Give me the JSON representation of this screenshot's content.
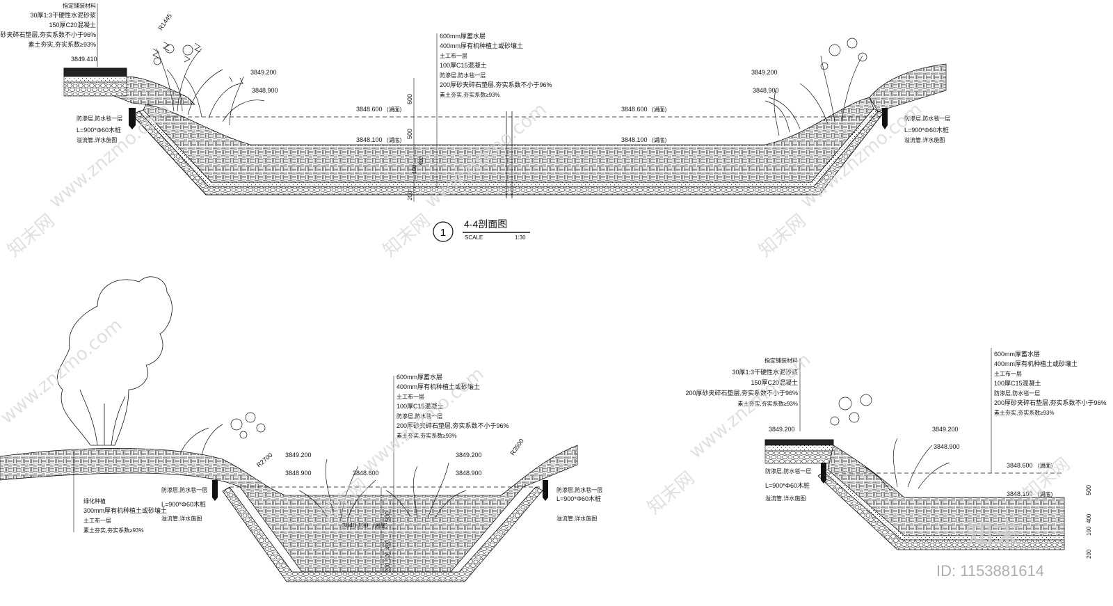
{
  "watermark": {
    "site": "www.znzmo.com",
    "brand": "知末网",
    "logo": "知末",
    "id_label": "ID: 1153881614"
  },
  "section_44": {
    "title": "4-4剖面图",
    "number": "1",
    "scale_label": "SCALE",
    "scale_value": "1:30",
    "left_paving": [
      "指定铺装材料",
      "30厚1:3干硬性水泥砂浆",
      "150厚C20混凝土",
      "200厚砂夹碎石垫层,夯实系数不小于96%",
      "素土夯实,夯实系数≥93%"
    ],
    "left_elev_paving": "3849.410",
    "left_top": "3849.200",
    "left_inner": "3848.900",
    "left_radius": "R1445",
    "right_top": "3849.200",
    "right_inner": "3848.900",
    "water_left": "3848.600",
    "water_right": "3848.600",
    "water_tag": "(湖面)",
    "bottom_left": "3848.100",
    "bottom_right": "3848.100",
    "bottom_tag": "(湖底)",
    "layers": [
      "600mm厚蓄水层",
      "400mm厚有机种植土或砂壤土",
      "土工布一层",
      "100厚C15混凝土",
      "防渗层,防水毯一层",
      "200厚砂夹碎石垫层,夯实系数不小于96%",
      "素土夯实,夯实系数≥93%"
    ],
    "dims": [
      "600",
      "500",
      "400",
      "100",
      "200"
    ],
    "left_notes": [
      "防渗层,防水毯一层",
      "L=900*Φ60木桩",
      "溢流管,详水施图"
    ],
    "right_notes": [
      "防渗层,防水毯一层",
      "L=900*Φ60木桩",
      "溢流管,详水施图"
    ]
  },
  "section_mid": {
    "left_top": "3849.200",
    "left_inner": "3848.900",
    "water": "3848.600",
    "right_top": "3849.200",
    "right_inner": "3848.900",
    "bottom": "3848.100",
    "bottom_tag": "(湖底)",
    "left_radius": "R2700",
    "right_radius": "R3500",
    "layers": [
      "600mm厚蓄水层",
      "400mm厚有机种植土或砂壤土",
      "土工布一层",
      "100厚C15混凝土",
      "防渗层,防水毯一层",
      "200厚砂夹碎石垫层,夯实系数不小于96%",
      "素土夯实,夯实系数≥93%"
    ],
    "planting_notes": [
      "绿化种植",
      "300mm厚有机种植土或砂壤土",
      "土工布一层",
      "素土夯实,夯实系数≥93%"
    ],
    "left_notes": [
      "防渗层,防水毯一层",
      "L=900*Φ60木桩",
      "溢流管,详水施图"
    ],
    "right_notes": [
      "防渗层,防水毯一层",
      "L=900*Φ60木桩",
      "溢流管,详水施图"
    ],
    "dims": [
      "500",
      "400",
      "100",
      "200"
    ]
  },
  "section_right": {
    "paving": [
      "指定铺装材料",
      "30厚1:3干硬性水泥砂浆",
      "150厚C20混凝土",
      "200厚砂夹碎石垫层,夯实系数不小于96%",
      "素土夯实,夯实系数≥93%"
    ],
    "elev_paving": "3849.200",
    "top": "3849.200",
    "inner": "3848.900",
    "water": "3848.600",
    "water_tag": "(湖面)",
    "bottom": "3848.100",
    "bottom_tag": "(湖底)",
    "layers": [
      "600mm厚蓄水层",
      "400mm厚有机种植土或砂壤土",
      "土工布一层",
      "100厚C15混凝土",
      "防渗层,防水毯一层",
      "200厚砂夹碎石垫层,夯实系数不小于96%",
      "素土夯实,夯实系数≥93%"
    ],
    "notes": [
      "防渗层,防水毯一层",
      "L=900*Φ60木桩",
      "溢流管,详水施图"
    ],
    "dims": [
      "500",
      "400",
      "100",
      "200"
    ]
  }
}
